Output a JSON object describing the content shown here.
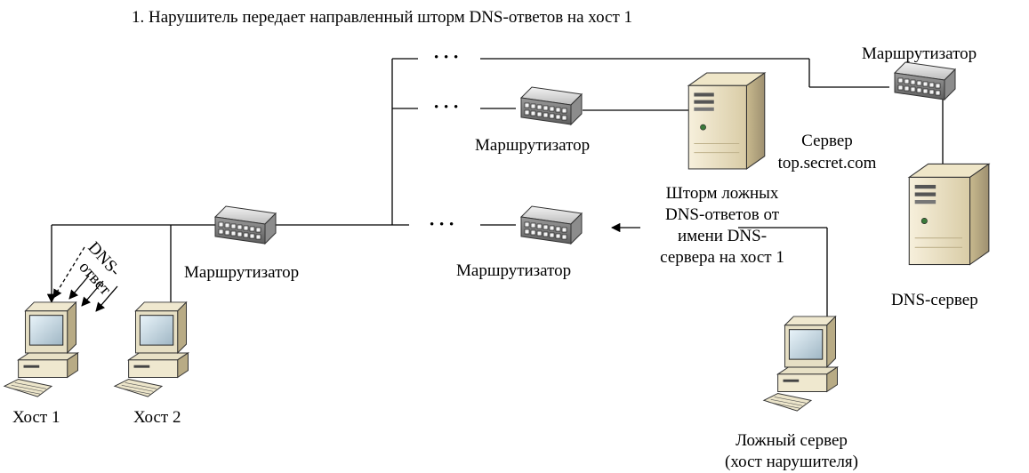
{
  "title": "1. Нарушитель передает направленный шторм DNS-ответов на хост 1",
  "labels": {
    "router_main": "Маршрутизатор",
    "router_upper": "Маршрутизатор",
    "router_middle": "Маршрутизатор",
    "router_right": "Маршрутизатор",
    "server_line1": "Сервер",
    "server_line2": "top.secret.com",
    "dns_server": "DNS-сервер",
    "host1": "Хост 1",
    "host2": "Хост 2",
    "fake_server_line1": "Ложный сервер",
    "fake_server_line2": "(хост нарушителя)",
    "storm_line1": "Шторм ложных",
    "storm_line2": "DNS-ответов от",
    "storm_line3": "имени DNS-",
    "storm_line4": "сервера на хост 1",
    "dns_reply_line1": "DNS-",
    "dns_reply_line2": "ответ",
    "ellipsis": "• • •"
  }
}
